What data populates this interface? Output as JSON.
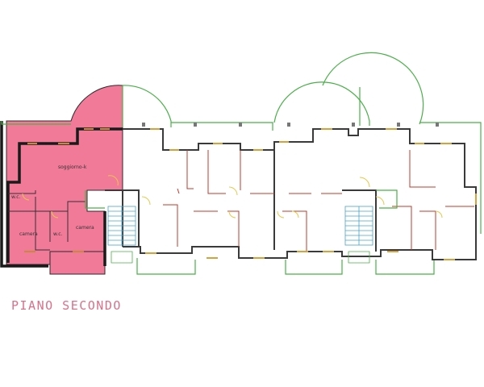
{
  "title": "PIANO SECONDO",
  "rooms": {
    "soggiorno": "soggiorno-k",
    "wc_top": "w.c.",
    "letto": "camera",
    "camera": "camera",
    "wc_mid": "w.c."
  },
  "colors": {
    "highlight": "#f07a98",
    "wall": "#2b2b2b",
    "interior": "#c0392b",
    "terrace": "#49b049",
    "stairs": "#4aa3c8",
    "door": "#e6c84a",
    "title": "#d8718a"
  }
}
